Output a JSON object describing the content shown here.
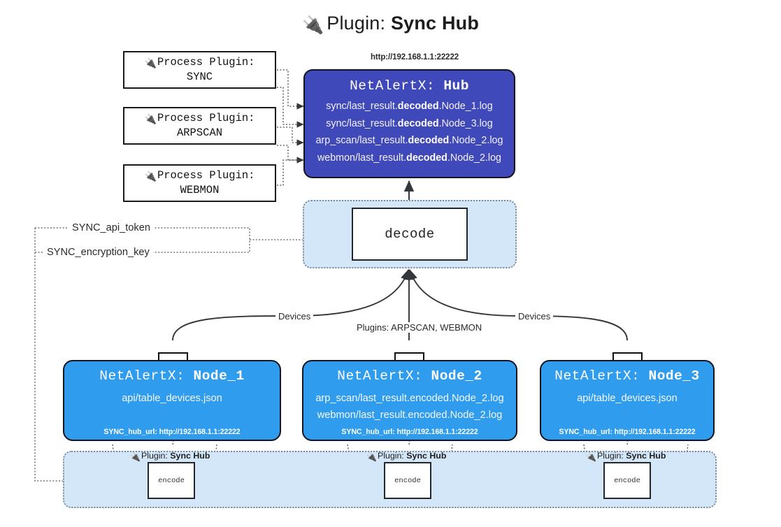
{
  "page": {
    "title_prefix": "Plugin: ",
    "title_name": "Sync Hub",
    "plug_icon": "🔌"
  },
  "process_plugins": [
    {
      "line1": "Process Plugin:",
      "line2": "SYNC",
      "icon": "plug-icon"
    },
    {
      "line1": "Process Plugin:",
      "line2": "ARPSCAN",
      "icon": "plug-icon"
    },
    {
      "line1": "Process Plugin:",
      "line2": "WEBMON",
      "icon": "plug-icon"
    }
  ],
  "hub": {
    "url": "http://192.168.1.1:22222",
    "title_prefix": "NetAlertX: ",
    "title_name": "Hub",
    "rows": [
      {
        "pre": "sync/last_result.",
        "mid": "decoded",
        "post": ".Node_1.log"
      },
      {
        "pre": "sync/last_result.",
        "mid": "decoded",
        "post": ".Node_3.log"
      },
      {
        "pre": "arp_scan/last_result.",
        "mid": "decoded",
        "post": ".Node_2.log"
      },
      {
        "pre": "webmon/last_result.",
        "mid": "decoded",
        "post": ".Node_2.log"
      }
    ]
  },
  "decode": {
    "label": "decode"
  },
  "tokens": [
    {
      "label": "SYNC_api_token"
    },
    {
      "label": "SYNC_encryption_key"
    }
  ],
  "edge_labels": {
    "devices_left": "Devices",
    "devices_right": "Devices",
    "plugins_center": "Plugins: ARPSCAN, WEBMON"
  },
  "nodes": [
    {
      "title_prefix": "NetAlertX: ",
      "title_name": "Node_1",
      "lines": [
        "api/table_devices.json"
      ],
      "hub_url_label": "SYNC_hub_url: http://192.168.1.1:22222"
    },
    {
      "title_prefix": "NetAlertX: ",
      "title_name": "Node_2",
      "lines": [
        "arp_scan/last_result.encoded.Node_2.log",
        "webmon/last_result.encoded.Node_2.log"
      ],
      "hub_url_label": "SYNC_hub_url: http://192.168.1.1:22222"
    },
    {
      "title_prefix": "NetAlertX: ",
      "title_name": "Node_3",
      "lines": [
        "api/table_devices.json"
      ],
      "hub_url_label": "SYNC_hub_url: http://192.168.1.1:22222"
    }
  ],
  "encoders": [
    {
      "plugin_prefix": "Plugin: ",
      "plugin_name": "Sync Hub",
      "label": "encode"
    },
    {
      "plugin_prefix": "Plugin: ",
      "plugin_name": "Sync Hub",
      "label": "encode"
    },
    {
      "plugin_prefix": "Plugin: ",
      "plugin_name": "Sync Hub",
      "label": "encode"
    }
  ],
  "colors": {
    "hub_fill": "#4049b9",
    "node_fill": "#2f9ced",
    "container_fill": "#d4e7f9",
    "line": "#33373b"
  }
}
